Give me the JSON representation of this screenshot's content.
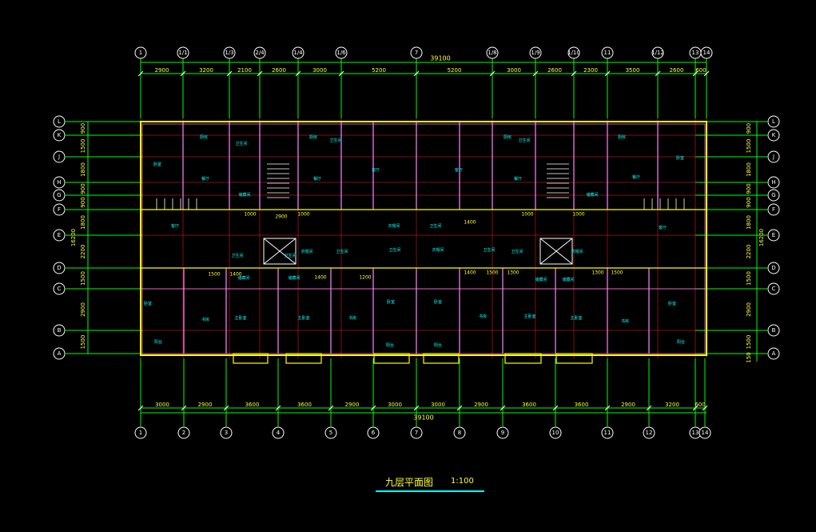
{
  "drawing": {
    "title": "九层平面图",
    "scale": "1:100",
    "colors": {
      "background": "#000000",
      "axis": "#00ff00",
      "wall": "#ffff00",
      "red_line": "#ff2020",
      "pink_line": "#ff88ff",
      "text_dim": "#ffff33",
      "text_room": "#00ffff",
      "white": "#ffffff"
    },
    "top_axes": [
      "1",
      "1/1",
      "1/3",
      "2/4",
      "1/4",
      "1/6",
      "7",
      "1/8",
      "1/9",
      "1/10",
      "11",
      "1/12",
      "13",
      "14"
    ],
    "bottom_axes": [
      "1",
      "2",
      "3",
      "4",
      "5",
      "6",
      "7",
      "8",
      "9",
      "10",
      "11",
      "12",
      "13",
      "14"
    ],
    "row_axes": [
      "L",
      "K",
      "J",
      "H",
      "G",
      "F",
      "E",
      "D",
      "C",
      "B",
      "A"
    ],
    "top_total": "39100",
    "bottom_total": "39100",
    "top_dims": [
      "2900",
      "3200",
      "2100",
      "2600",
      "3000",
      "5200",
      "5200",
      "3000",
      "2600",
      "2300",
      "3500",
      "2600",
      "600"
    ],
    "bottom_dims": [
      "3000",
      "2900",
      "3600",
      "3600",
      "2900",
      "3000",
      "3000",
      "2900",
      "3600",
      "3600",
      "2900",
      "3200",
      "600"
    ],
    "left_dims": [
      "900",
      "1500",
      "1800",
      "900",
      "900",
      "1800",
      "2200",
      "1500",
      "2900",
      "1500"
    ],
    "right_dims": [
      "900",
      "1500",
      "1800",
      "900",
      "900",
      "1800",
      "2200",
      "1500",
      "2900",
      "1500",
      "150"
    ],
    "side_total": "16200",
    "interior_dims": [
      "1000",
      "2900",
      "1000",
      "1000",
      "1400",
      "1000",
      "1000",
      "1500",
      "1400",
      "1400",
      "1200",
      "1400",
      "1500",
      "1300",
      "1300",
      "1500"
    ],
    "rooms": [
      "厨房",
      "卫生间",
      "厨房",
      "卫生间",
      "厨房",
      "卫生间",
      "厨房",
      "卧室",
      "餐厅",
      "餐厅",
      "客厅",
      "客厅",
      "餐厅",
      "餐厅",
      "卧室",
      "客厅",
      "客厅",
      "卫生间",
      "卫生间",
      "衣帽间",
      "卫生间",
      "衣帽间",
      "卫生间",
      "卫生间",
      "衣帽间",
      "卫生间",
      "卫生间",
      "衣帽间",
      "卧室",
      "书房",
      "主卧室",
      "主卧室",
      "书房",
      "卧室",
      "卧室",
      "书房",
      "主卧室",
      "主卧室",
      "书房",
      "卧室",
      "阳台",
      "阳台",
      "阳台",
      "阳台",
      "储藏间",
      "储藏间",
      "储藏间",
      "储藏间",
      "储藏间",
      "储藏间"
    ]
  }
}
